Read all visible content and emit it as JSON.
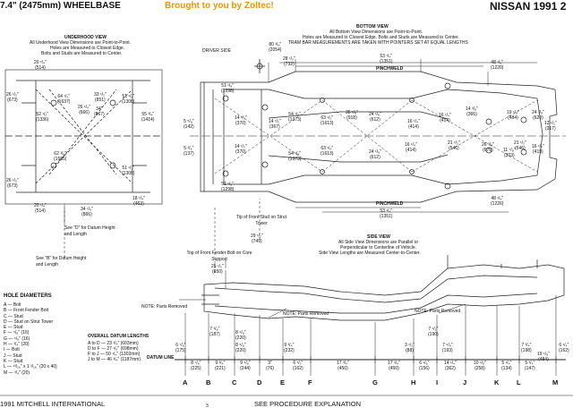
{
  "header": {
    "wheelbase": "7.4\" (2475mm) WHEELBASE",
    "brought_by": "Brought to you by Zoltec!",
    "model": "NISSAN 1991 2"
  },
  "underhood": {
    "title": "UNDERHOOD VIEW",
    "notes": [
      "All Underhood View Dimensions are Point-to-Point.",
      "Holes are Measured to Closest Edge.",
      "Bolts and Studs are Measured to Center."
    ],
    "dims": [
      {
        "v": "20 ¹/₄\"",
        "mm": "(514)"
      },
      {
        "v": "26 ¹/₂\"",
        "mm": "(673)"
      },
      {
        "v": "64 ¹/₂\"",
        "mm": "(1637)"
      },
      {
        "v": "33 ¹/₂\"",
        "mm": "(851)"
      },
      {
        "v": "26 ¹/₄\"",
        "mm": "(666)"
      },
      {
        "v": "34\"",
        "mm": "(867)"
      },
      {
        "v": "51 ¹/₂\"",
        "mm": "(1308)"
      },
      {
        "v": "52 ¹/₂\"",
        "mm": "(1336)"
      },
      {
        "v": "55 ³/₄\"",
        "mm": "(1414)"
      },
      {
        "v": "62 ³/₈\"",
        "mm": "(1585)"
      },
      {
        "v": "51 ¹/₂\"",
        "mm": "(1308)"
      },
      {
        "v": "26 ¹/₂\"",
        "mm": "(673)"
      },
      {
        "v": "20 ¹/₄\"",
        "mm": "(514)"
      },
      {
        "v": "34 ¹/₈\"",
        "mm": "(866)"
      },
      {
        "v": "18 ¹/₄\"",
        "mm": "(463)"
      }
    ]
  },
  "bottom": {
    "title": "BOTTOM VIEW",
    "notes": [
      "All Bottom View Dimensions are Point-to-Point.",
      "Holes are Measured to Closest Edge. Bolts and Studs are Measured to Center.",
      "TRAM BAR MEASUREMENTS ARE TAKEN WITH POINTERS SET AT EQUAL LENGTHS"
    ],
    "driver_side": "DRIVER SIDE",
    "pinchweld_top": "PINCHWELD",
    "pinchweld_bottom": "PINCHWELD",
    "dims_top": [
      {
        "v": "80 ³/₄\"",
        "mm": "(2054)"
      },
      {
        "v": "28 ¹/₂\"",
        "mm": "(732)"
      },
      {
        "v": "53 ¹/₄\"",
        "mm": "(1351)"
      },
      {
        "v": "48 ¹/₈\"",
        "mm": "(1220)"
      },
      {
        "v": "51 ¹/₈\"",
        "mm": "(1298)"
      }
    ],
    "dims_mid": [
      {
        "v": "14 ¹/₂\"",
        "mm": "(370)"
      },
      {
        "v": "54 ¹/₈\"",
        "mm": "(1373)"
      },
      {
        "v": "14 ¹/₂\"",
        "mm": "(367)"
      },
      {
        "v": "63 ¹/₂\"",
        "mm": "(1613)"
      },
      {
        "v": "36 ¹/₈\"",
        "mm": "(918)"
      },
      {
        "v": "24 ¹/₈\"",
        "mm": "(612)"
      },
      {
        "v": "16 ¹/₄\"",
        "mm": "(414)"
      },
      {
        "v": "16 ¹/₄\"",
        "mm": "(414)"
      },
      {
        "v": "14 ³/₈\"",
        "mm": "(366)"
      },
      {
        "v": "19 ¹/₈\"",
        "mm": "(484)"
      },
      {
        "v": "24 ³/₈\"",
        "mm": "(620)"
      },
      {
        "v": "12 ¹/₂\"",
        "mm": "(317)"
      },
      {
        "v": "21 ¹/₂\"",
        "mm": "(546)"
      },
      {
        "v": "24 ¹/₈\"",
        "mm": "(612)"
      },
      {
        "v": "63 ¹/₂\"",
        "mm": "(1613)"
      },
      {
        "v": "54 ¹/₈\"",
        "mm": "(1373)"
      },
      {
        "v": "14 ¹/₂\"",
        "mm": "(370)"
      },
      {
        "v": "21 ¹/₂\"",
        "mm": "(546)"
      },
      {
        "v": "11 ⁷/₈\"",
        "mm": "(303)"
      },
      {
        "v": "26 ³/₈\"",
        "mm": "(670)"
      },
      {
        "v": "16 ¹/₄\"",
        "mm": "(414)"
      },
      {
        "v": "16 ¹/₂\"",
        "mm": "(419)"
      },
      {
        "v": "5 ⁵/₈\"",
        "mm": "(142)"
      },
      {
        "v": "5 ³/₈\"",
        "mm": "(137)"
      }
    ],
    "dims_bottom": [
      {
        "v": "51 ¹/₈\"",
        "mm": "(1298)"
      },
      {
        "v": "53 ¹/₄\"",
        "mm": "(1351)"
      },
      {
        "v": "48 ¹/₄\"",
        "mm": "(1226)"
      }
    ]
  },
  "labels": {
    "see_d": "See \"D\" for Datum Height and Length",
    "see_b": "See \"B\" for Datum Height and Length",
    "front_stud": "Tip of Front Stud on Strut Tower",
    "front_stud_dim": {
      "v": "29 ¹/₂\"",
      "mm": "(749)"
    },
    "front_fender": "Top of Front Fender Bolt on Core Support",
    "front_fender_dim": {
      "v": "25 ¹/₂\"",
      "mm": "(650)"
    }
  },
  "side": {
    "title": "SIDE VIEW",
    "notes": [
      "All Side View Dimensions are Parallel or",
      "Perpendicular to Centerline of Vehicle.",
      "Side View Lengths are Measured Center-to-Center."
    ],
    "note_parts": "NOTE: Parts Removed",
    "heights": [
      {
        "v": "6 ⁷/₈\"",
        "mm": "(175)"
      },
      {
        "v": "7 ³/₈\"",
        "mm": "(187)"
      },
      {
        "v": "8 ⁵/₈\"",
        "mm": "(220)"
      },
      {
        "v": "8 ⁵/₈\"",
        "mm": "(220)"
      },
      {
        "v": "9 ³/₄\"",
        "mm": "(232)"
      },
      {
        "v": "3 ¹/₂\"",
        "mm": "(88)"
      },
      {
        "v": "7 ¹/₂\"",
        "mm": "(190)"
      },
      {
        "v": "7 ⁵/₈\"",
        "mm": "(193)"
      },
      {
        "v": "7 ³/₄\"",
        "mm": "(198)"
      },
      {
        "v": "6 ¹/₄\"",
        "mm": "(162)"
      }
    ],
    "lengths": [
      {
        "v": "8 ⁷/₈\"",
        "mm": "(225)"
      },
      {
        "v": "9 ³/₄\"",
        "mm": "(221)"
      },
      {
        "v": "9 ⁵/₈\"",
        "mm": "(244)"
      },
      {
        "v": "3\"",
        "mm": "(76)"
      },
      {
        "v": "6 ¹/₂\"",
        "mm": "(162)"
      },
      {
        "v": "17 ³/₄\"",
        "mm": "(450)"
      },
      {
        "v": "17 ³/₄\"",
        "mm": "(450)"
      },
      {
        "v": "6 ¹/₈\"",
        "mm": "(156)"
      },
      {
        "v": "14 ¹/₄\"",
        "mm": "(362)"
      },
      {
        "v": "10 ¹/₈\"",
        "mm": "(258)"
      },
      {
        "v": "5 ¹/₄\"",
        "mm": "(134)"
      },
      {
        "v": "5 ³/₄\"",
        "mm": "(147)"
      },
      {
        "v": "19 ¹/₈\"",
        "mm": "(484)"
      }
    ],
    "datum_line": "DATUM LINE",
    "letters": [
      "A",
      "B",
      "C",
      "D",
      "E",
      "F",
      "G",
      "H",
      "I",
      "J",
      "K",
      "L",
      "M"
    ]
  },
  "holes": {
    "title": "HOLE DIAMETERS",
    "items": [
      "A — Bolt",
      "B — Front Fender Bolt",
      "C — Stud",
      "D — Stud on Strut Tower",
      "E — Stud",
      "F — ⁵/₈\" (16)",
      "G — ⁵/₈\" (16)",
      "H — ³/₄\" (20)",
      "I — Bolt",
      "J — Stud",
      "K — Stud",
      "L — ¹³/₁₆\" x 1 ³/₁₆\" (20 x 40)",
      "M — ³/₄\" (20)"
    ]
  },
  "overall": {
    "title": "OVERALL DATUM LENGTHS",
    "items": [
      "A to D — 23 ³/₄\" (603mm)",
      "D to F — 27 ¹/₂\" (698mm)",
      "F to J — 50 ¹/₄\" (1302mm)",
      "J to M — 46 ³/₄\" (1187mm)"
    ]
  },
  "footer": {
    "copyright": "1991 MITCHELL INTERNATIONAL",
    "page": "3",
    "procedure": "SEE PROCEDURE EXPLANATION"
  }
}
